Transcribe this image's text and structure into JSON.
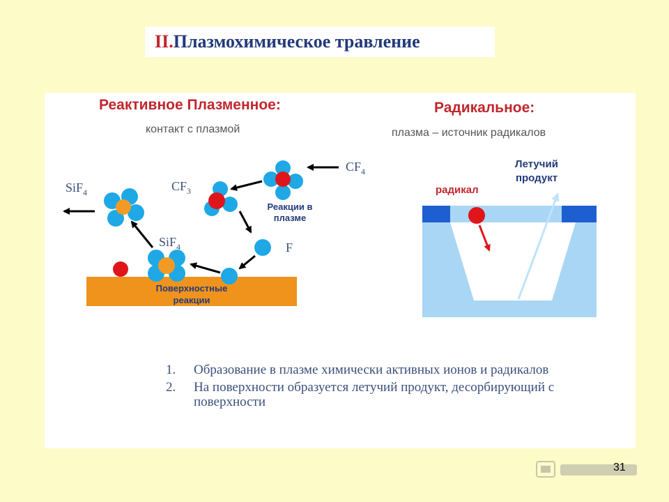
{
  "title": {
    "number": "II.",
    "text": "Плазмохимическое травление"
  },
  "left": {
    "heading": "Реактивное Плазменное:",
    "subtitle": "контакт с плазмой",
    "labels": {
      "cf4": "CF",
      "cf4_sub": "4",
      "cf3": "CF",
      "cf3_sub": "3",
      "sif4_out": "SiF",
      "sif4_out_sub": "4",
      "sif4_surface": "SiF",
      "sif4_surface_sub": "4",
      "f": "F",
      "plasma_reactions_1": "Реакции в",
      "plasma_reactions_2": "плазме",
      "surface_reactions_1": "Поверхностные",
      "surface_reactions_2": "реакции"
    }
  },
  "right": {
    "heading": "Радикальное:",
    "subtitle": "плазма – источник радикалов",
    "radical": "радикал",
    "product_1": "Летучий",
    "product_2": "продукт"
  },
  "notes": [
    {
      "num": "1.",
      "text": "Образование в плазме химически активных ионов и радикалов"
    },
    {
      "num": "2.",
      "text": "На поверхности образуется летучий продукт, десорбирующий с поверхности"
    }
  ],
  "page_number": "31",
  "colors": {
    "atom_blue": "#1ea8e6",
    "atom_red": "#e0151b",
    "atom_orange": "#f29a24",
    "substrate": "#f0931c",
    "trench_fill": "#a9d6f5",
    "mask": "#1d5fd0"
  }
}
